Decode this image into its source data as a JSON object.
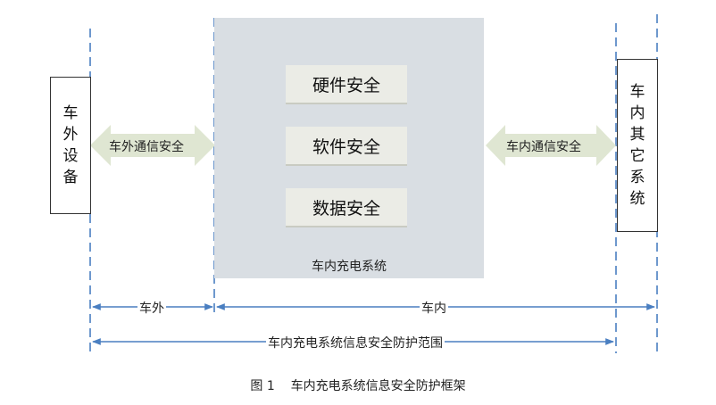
{
  "system": {
    "label": "车内充电系统",
    "modules": [
      "硬件安全",
      "软件安全",
      "数据安全"
    ]
  },
  "devices": {
    "external": "车外设备",
    "internal_other": "车内其它系统"
  },
  "comm": {
    "external": "车外通信安全",
    "internal": "车内通信安全"
  },
  "zones": {
    "outside": "车外",
    "inside": "车内",
    "scope": "车内充电系统信息安全防护范围"
  },
  "caption": "图 1    车内充电系统信息安全防护框架",
  "colors": {
    "system_bg": "#d9dee3",
    "module_bg": "#ebece6",
    "arrow_fill": "#dfe6d2",
    "dashed_line": "#4a7fc1",
    "range_arrow": "#4a7fc1"
  }
}
